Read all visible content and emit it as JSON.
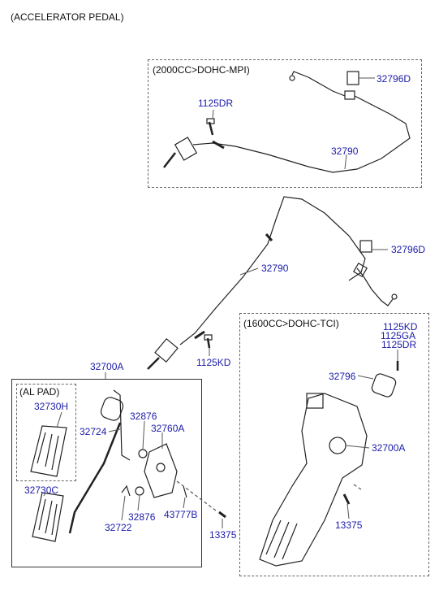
{
  "title": "(ACCELERATOR PEDAL)",
  "sections": {
    "mpi": "(2000CC>DOHC-MPI)",
    "tci": "(1600CC>DOHC-TCI)",
    "al_pad": "(AL PAD)"
  },
  "parts": {
    "p32796D_a": "32796D",
    "p1125DR_a": "1125DR",
    "p32790_a": "32790",
    "p32796D_b": "32796D",
    "p32790_b": "32790",
    "p1125KD_a": "1125KD",
    "p32700A_a": "32700A",
    "p32730H": "32730H",
    "p32724": "32724",
    "p32876_a": "32876",
    "p32760A": "32760A",
    "p32730C": "32730C",
    "p32876_b": "32876",
    "p43777B": "43777B",
    "p32722": "32722",
    "p13375_a": "13375",
    "p1125KD_b": "1125KD",
    "p1125GA": "1125GA",
    "p1125DR_b": "1125DR",
    "p32796": "32796",
    "p32700A_b": "32700A",
    "p13375_b": "13375"
  },
  "colors": {
    "part_label": "#1a1aa8",
    "line": "#222222",
    "leader": "#555555"
  }
}
